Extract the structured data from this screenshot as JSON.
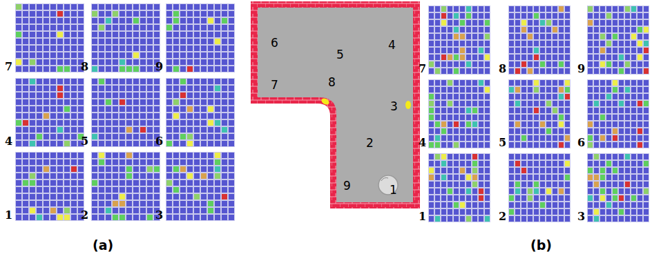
{
  "diagram": {
    "labels": [
      "7",
      "8",
      "9",
      "4",
      "5",
      "6",
      "1",
      "2",
      "3",
      "6",
      "5",
      "4",
      "7",
      "8",
      "3",
      "2",
      "9",
      "1",
      "7",
      "8",
      "9",
      "4",
      "5",
      "6",
      "1",
      "2",
      "3",
      "(a)",
      "(b)"
    ]
  }
}
